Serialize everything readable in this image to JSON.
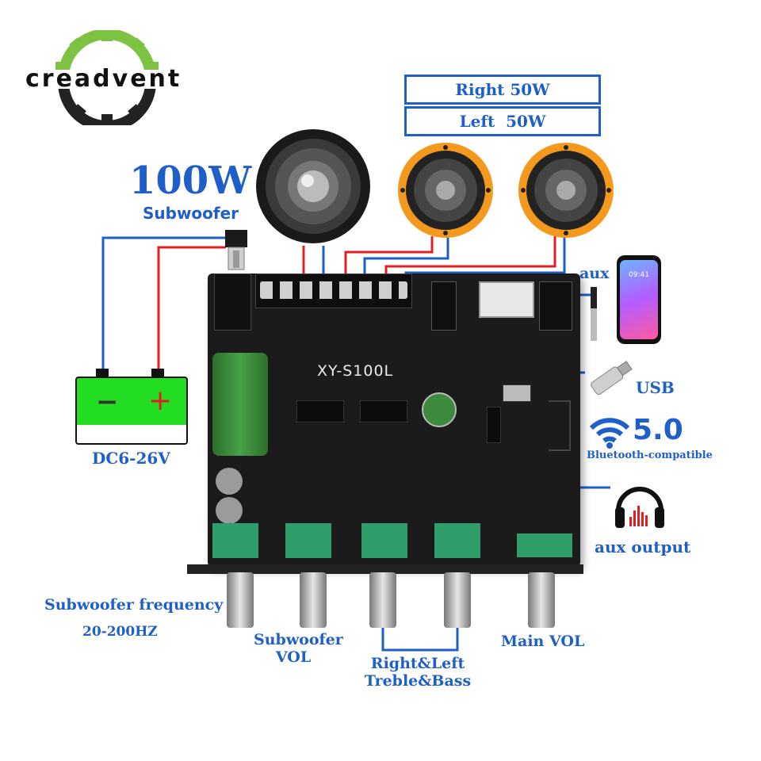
{
  "brand": {
    "logo_text": "creadvent"
  },
  "speakers": {
    "right_label": "Right 50W",
    "left_label": "Left  50W"
  },
  "subwoofer": {
    "power": "100W",
    "label": "Subwoofer"
  },
  "power": {
    "voltage": "DC6-26V",
    "minus": "−",
    "plus": "+"
  },
  "board": {
    "model": "XY-S100L"
  },
  "io": {
    "aux_in": "aux",
    "usb": "USB",
    "bluetooth_version": "5.0",
    "bluetooth_label": "Bluetooth-compatible",
    "aux_out": "aux output",
    "phone_time": "09:41"
  },
  "knobs": {
    "sub_freq": "Subwoofer frequency",
    "sub_freq_range": "20-200HZ",
    "sub_vol_line1": "Subwoofer",
    "sub_vol_line2": "VOL",
    "tb_line1": "Right&Left",
    "tb_line2": "Treble&Bass",
    "main_vol": "Main VOL"
  },
  "colors": {
    "accent_blue": "#1f5fc9",
    "wire_red": "#e02020",
    "battery_green": "#22dd22",
    "speaker_orange": "#f39a1e",
    "logo_green": "#7dc243"
  }
}
